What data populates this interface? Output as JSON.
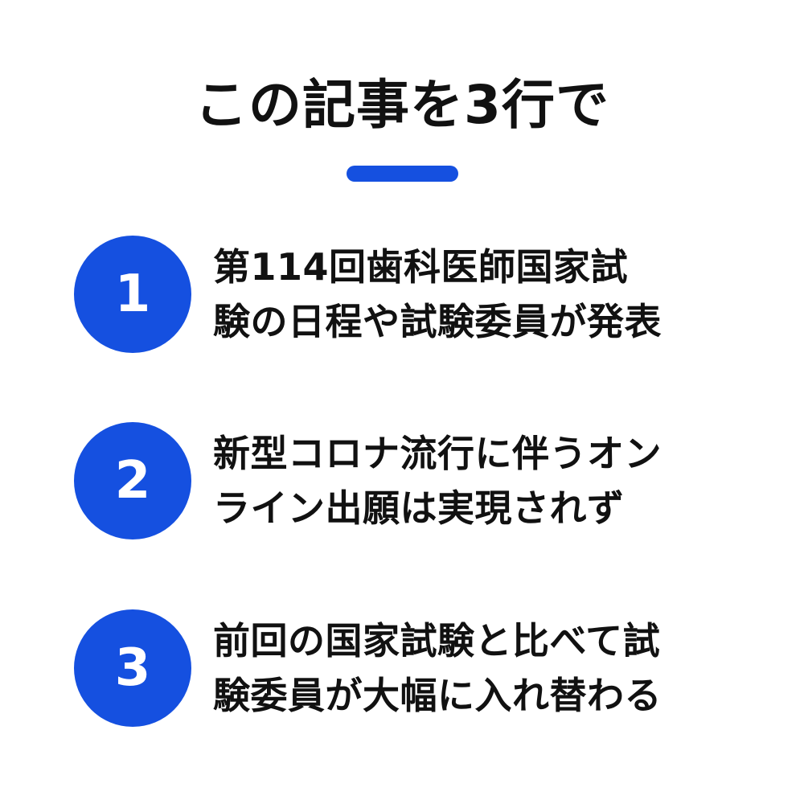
{
  "title": "この記事を3行で",
  "colors": {
    "accent": "#1550E0",
    "text": "#111111",
    "background": "#FFFFFF"
  },
  "points": [
    {
      "number": "1",
      "lines": [
        "第114回歯科医師国家試",
        "験の日程や試験委員が発表"
      ]
    },
    {
      "number": "2",
      "lines": [
        "新型コロナ流行に伴うオン",
        "ライン出願は実現されず"
      ]
    },
    {
      "number": "3",
      "lines": [
        "前回の国家試験と比べて試",
        "験委員が大幅に入れ替わる"
      ]
    }
  ]
}
